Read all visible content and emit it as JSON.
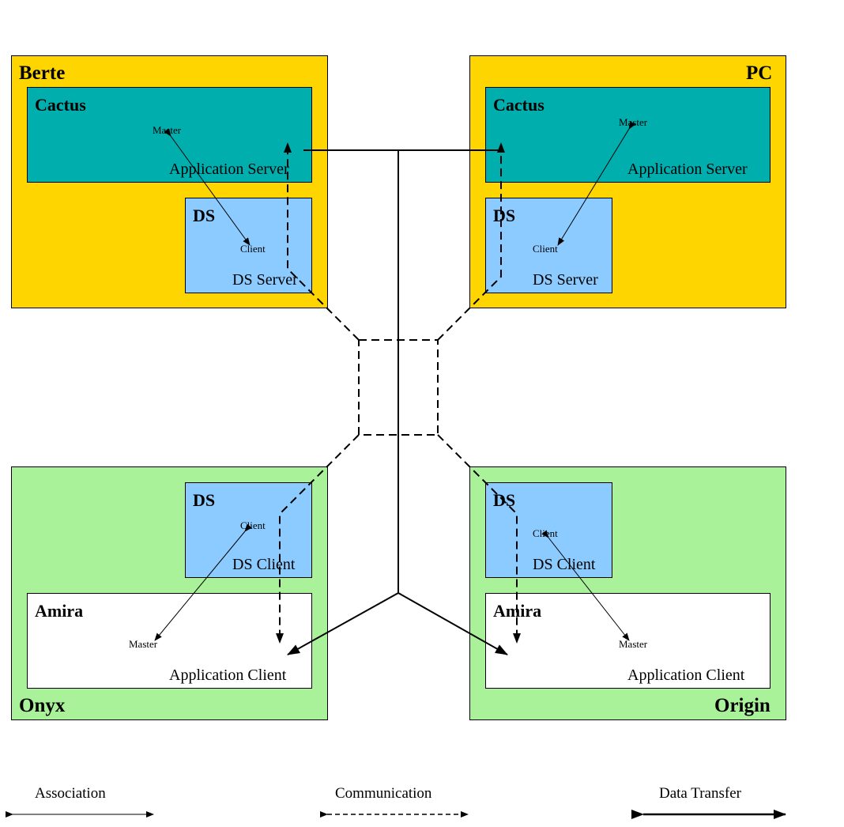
{
  "hosts": {
    "berte": "Berte",
    "pc": "PC",
    "onyx": "Onyx",
    "origin": "Origin"
  },
  "components": {
    "cactus": "Cactus",
    "ds": "DS",
    "amira": "Amira"
  },
  "roles": {
    "application_server": "Application Server",
    "ds_server": "DS Server",
    "ds_client": "DS Client",
    "application_client": "Application Client",
    "master": "Master",
    "client": "Client"
  },
  "legend": {
    "association": "Association",
    "communication": "Communication",
    "data_transfer": "Data Transfer"
  }
}
